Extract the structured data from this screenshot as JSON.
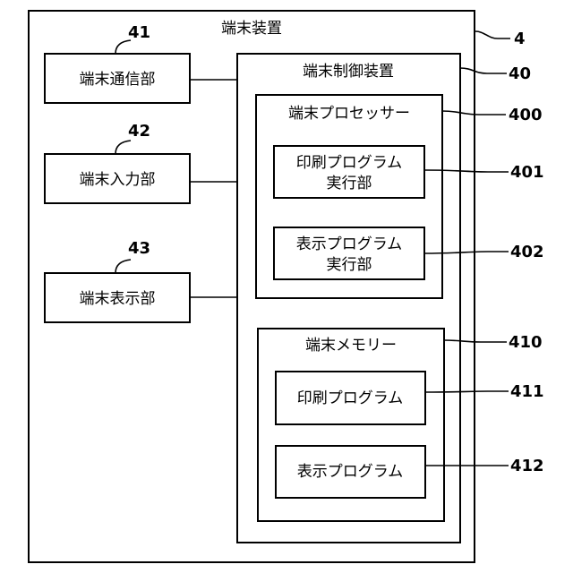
{
  "diagram": {
    "terminal_device": {
      "title": "端末装置",
      "ref": "4"
    },
    "communication_unit": {
      "label": "端末通信部",
      "ref": "41"
    },
    "input_unit": {
      "label": "端末入力部",
      "ref": "42"
    },
    "display_unit": {
      "label": "端末表示部",
      "ref": "43"
    },
    "control_device": {
      "title": "端末制御装置",
      "ref": "40"
    },
    "processor": {
      "title": "端末プロセッサー",
      "ref": "400"
    },
    "print_program_executor": {
      "line1": "印刷プログラム",
      "line2": "実行部",
      "ref": "401"
    },
    "display_program_executor": {
      "line1": "表示プログラム",
      "line2": "実行部",
      "ref": "402"
    },
    "memory": {
      "title": "端末メモリー",
      "ref": "410"
    },
    "print_program": {
      "label": "印刷プログラム",
      "ref": "411"
    },
    "display_program": {
      "label": "表示プログラム",
      "ref": "412"
    }
  }
}
